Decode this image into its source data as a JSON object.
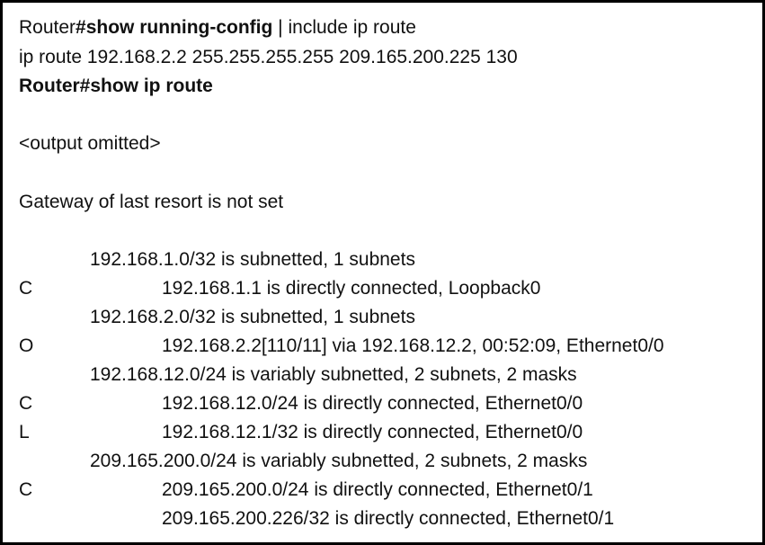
{
  "header": {
    "prompt1": "Router",
    "cmd1": "#show running-config",
    "cmd1_tail": " | include ip route",
    "config_line": "ip route 192.168.2.2 255.255.255.255 209.165.200.225 130",
    "prompt2": "Router#show ip route"
  },
  "body": {
    "omitted": "<output omitted>",
    "gateway": "Gateway of last resort is not set"
  },
  "routes": [
    {
      "code": "",
      "text": "192.168.1.0/32 is subnetted, 1 subnets",
      "level": 1
    },
    {
      "code": "C",
      "text": "192.168.1.1 is directly connected, Loopback0",
      "level": 2
    },
    {
      "code": "",
      "text": "192.168.2.0/32 is subnetted, 1 subnets",
      "level": 1
    },
    {
      "code": "O",
      "text": "192.168.2.2[110/11] via 192.168.12.2, 00:52:09, Ethernet0/0",
      "level": 2
    },
    {
      "code": "",
      "text": "192.168.12.0/24 is variably subnetted, 2 subnets, 2 masks",
      "level": 1
    },
    {
      "code": "C",
      "text": "192.168.12.0/24 is directly connected, Ethernet0/0",
      "level": 2
    },
    {
      "code": "L",
      "text": "192.168.12.1/32 is directly connected, Ethernet0/0",
      "level": 2
    },
    {
      "code": "",
      "text": "209.165.200.0/24 is variably subnetted, 2 subnets, 2 masks",
      "level": 1
    },
    {
      "code": "C",
      "text": "209.165.200.0/24 is directly connected, Ethernet0/1",
      "level": 2
    },
    {
      "code": "",
      "text": "209.165.200.226/32 is directly connected, Ethernet0/1",
      "level": 2
    }
  ]
}
